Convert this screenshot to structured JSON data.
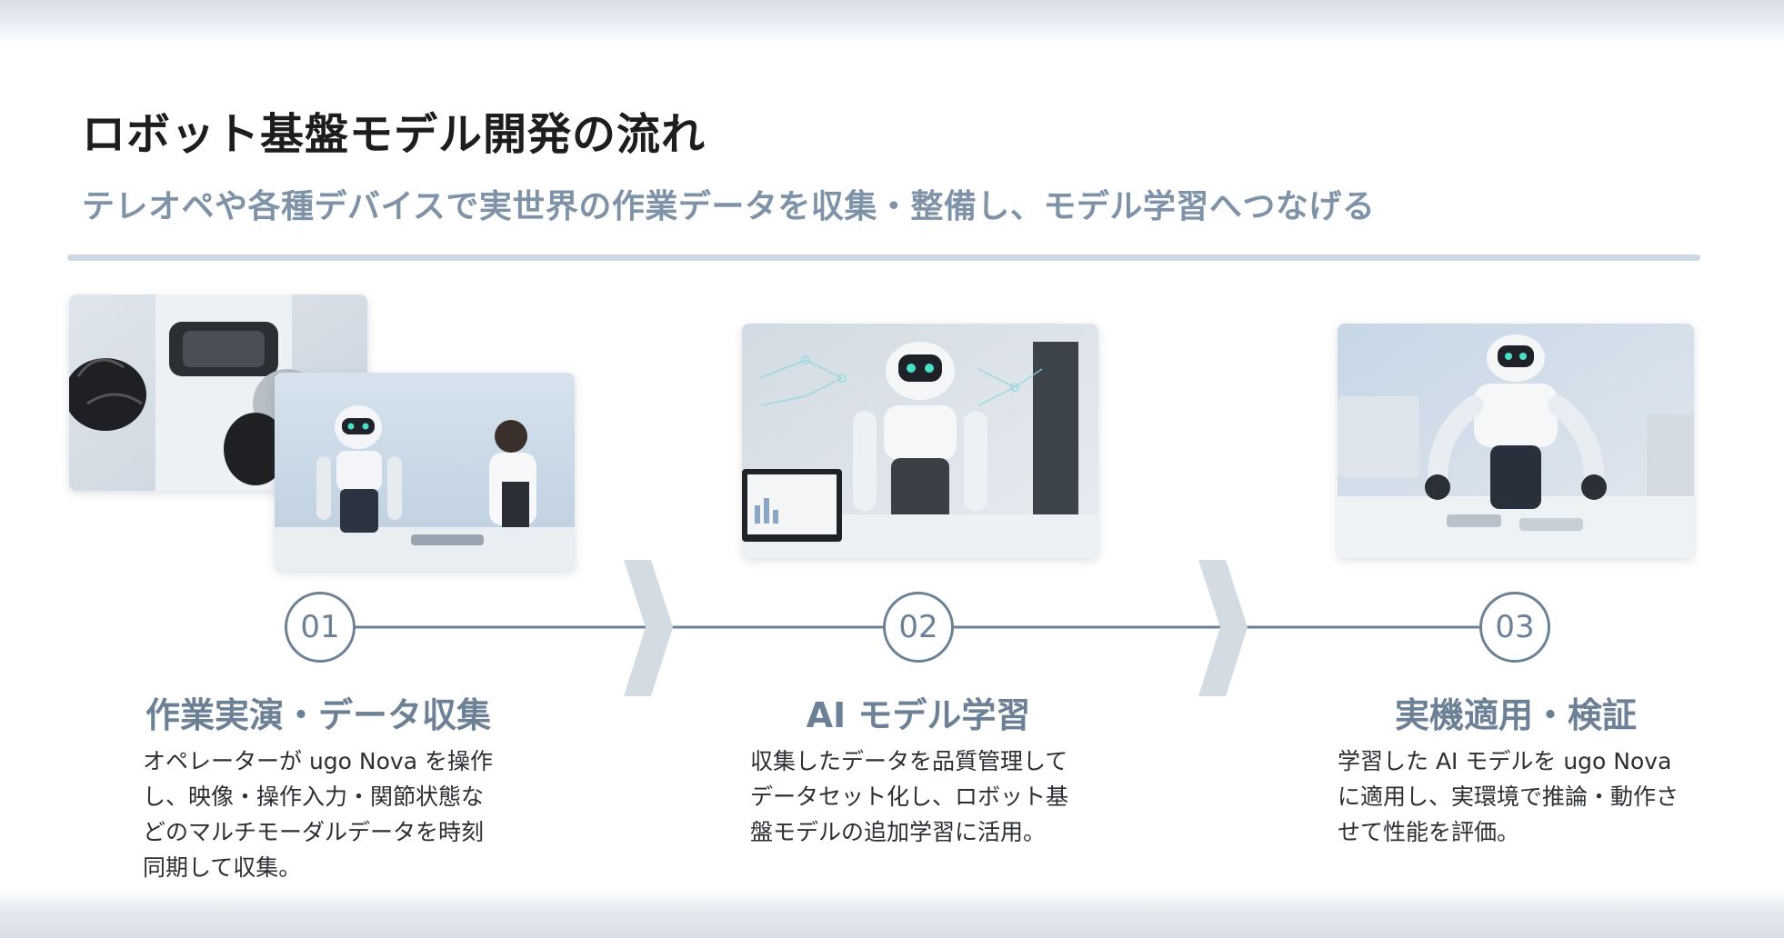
{
  "title": "ロボット基盤モデル開発の流れ",
  "subtitle": "テレオペや各種デバイスで実世界の作業データを収集・整備し、モデル学習へつなげる",
  "steps": [
    {
      "number": "01",
      "title": "作業実演・データ収集",
      "description": "オペレーターが ugo Nova を操作\nし、映像・操作入力・関節状態な\nどのマルチモーダルデータを時刻\n同期して収集。"
    },
    {
      "number": "02",
      "title": "AI モデル学習",
      "description": "収集したデータを品質管理して\nデータセット化し、ロボット基\n盤モデルの追加学習に活用。"
    },
    {
      "number": "03",
      "title": "実機適用・検証",
      "description": "学習した AI モデルを ugo Nova\nに適用し、実環境で推論・動作さ\nせて性能を評価。"
    }
  ],
  "colors": {
    "accent": "#6c8196",
    "subtitle": "#7f93a8",
    "rule": "#cfd9e3",
    "chevron": "#d3dbe3"
  },
  "icons": [
    "chevron-right-icon",
    "chevron-right-icon"
  ]
}
